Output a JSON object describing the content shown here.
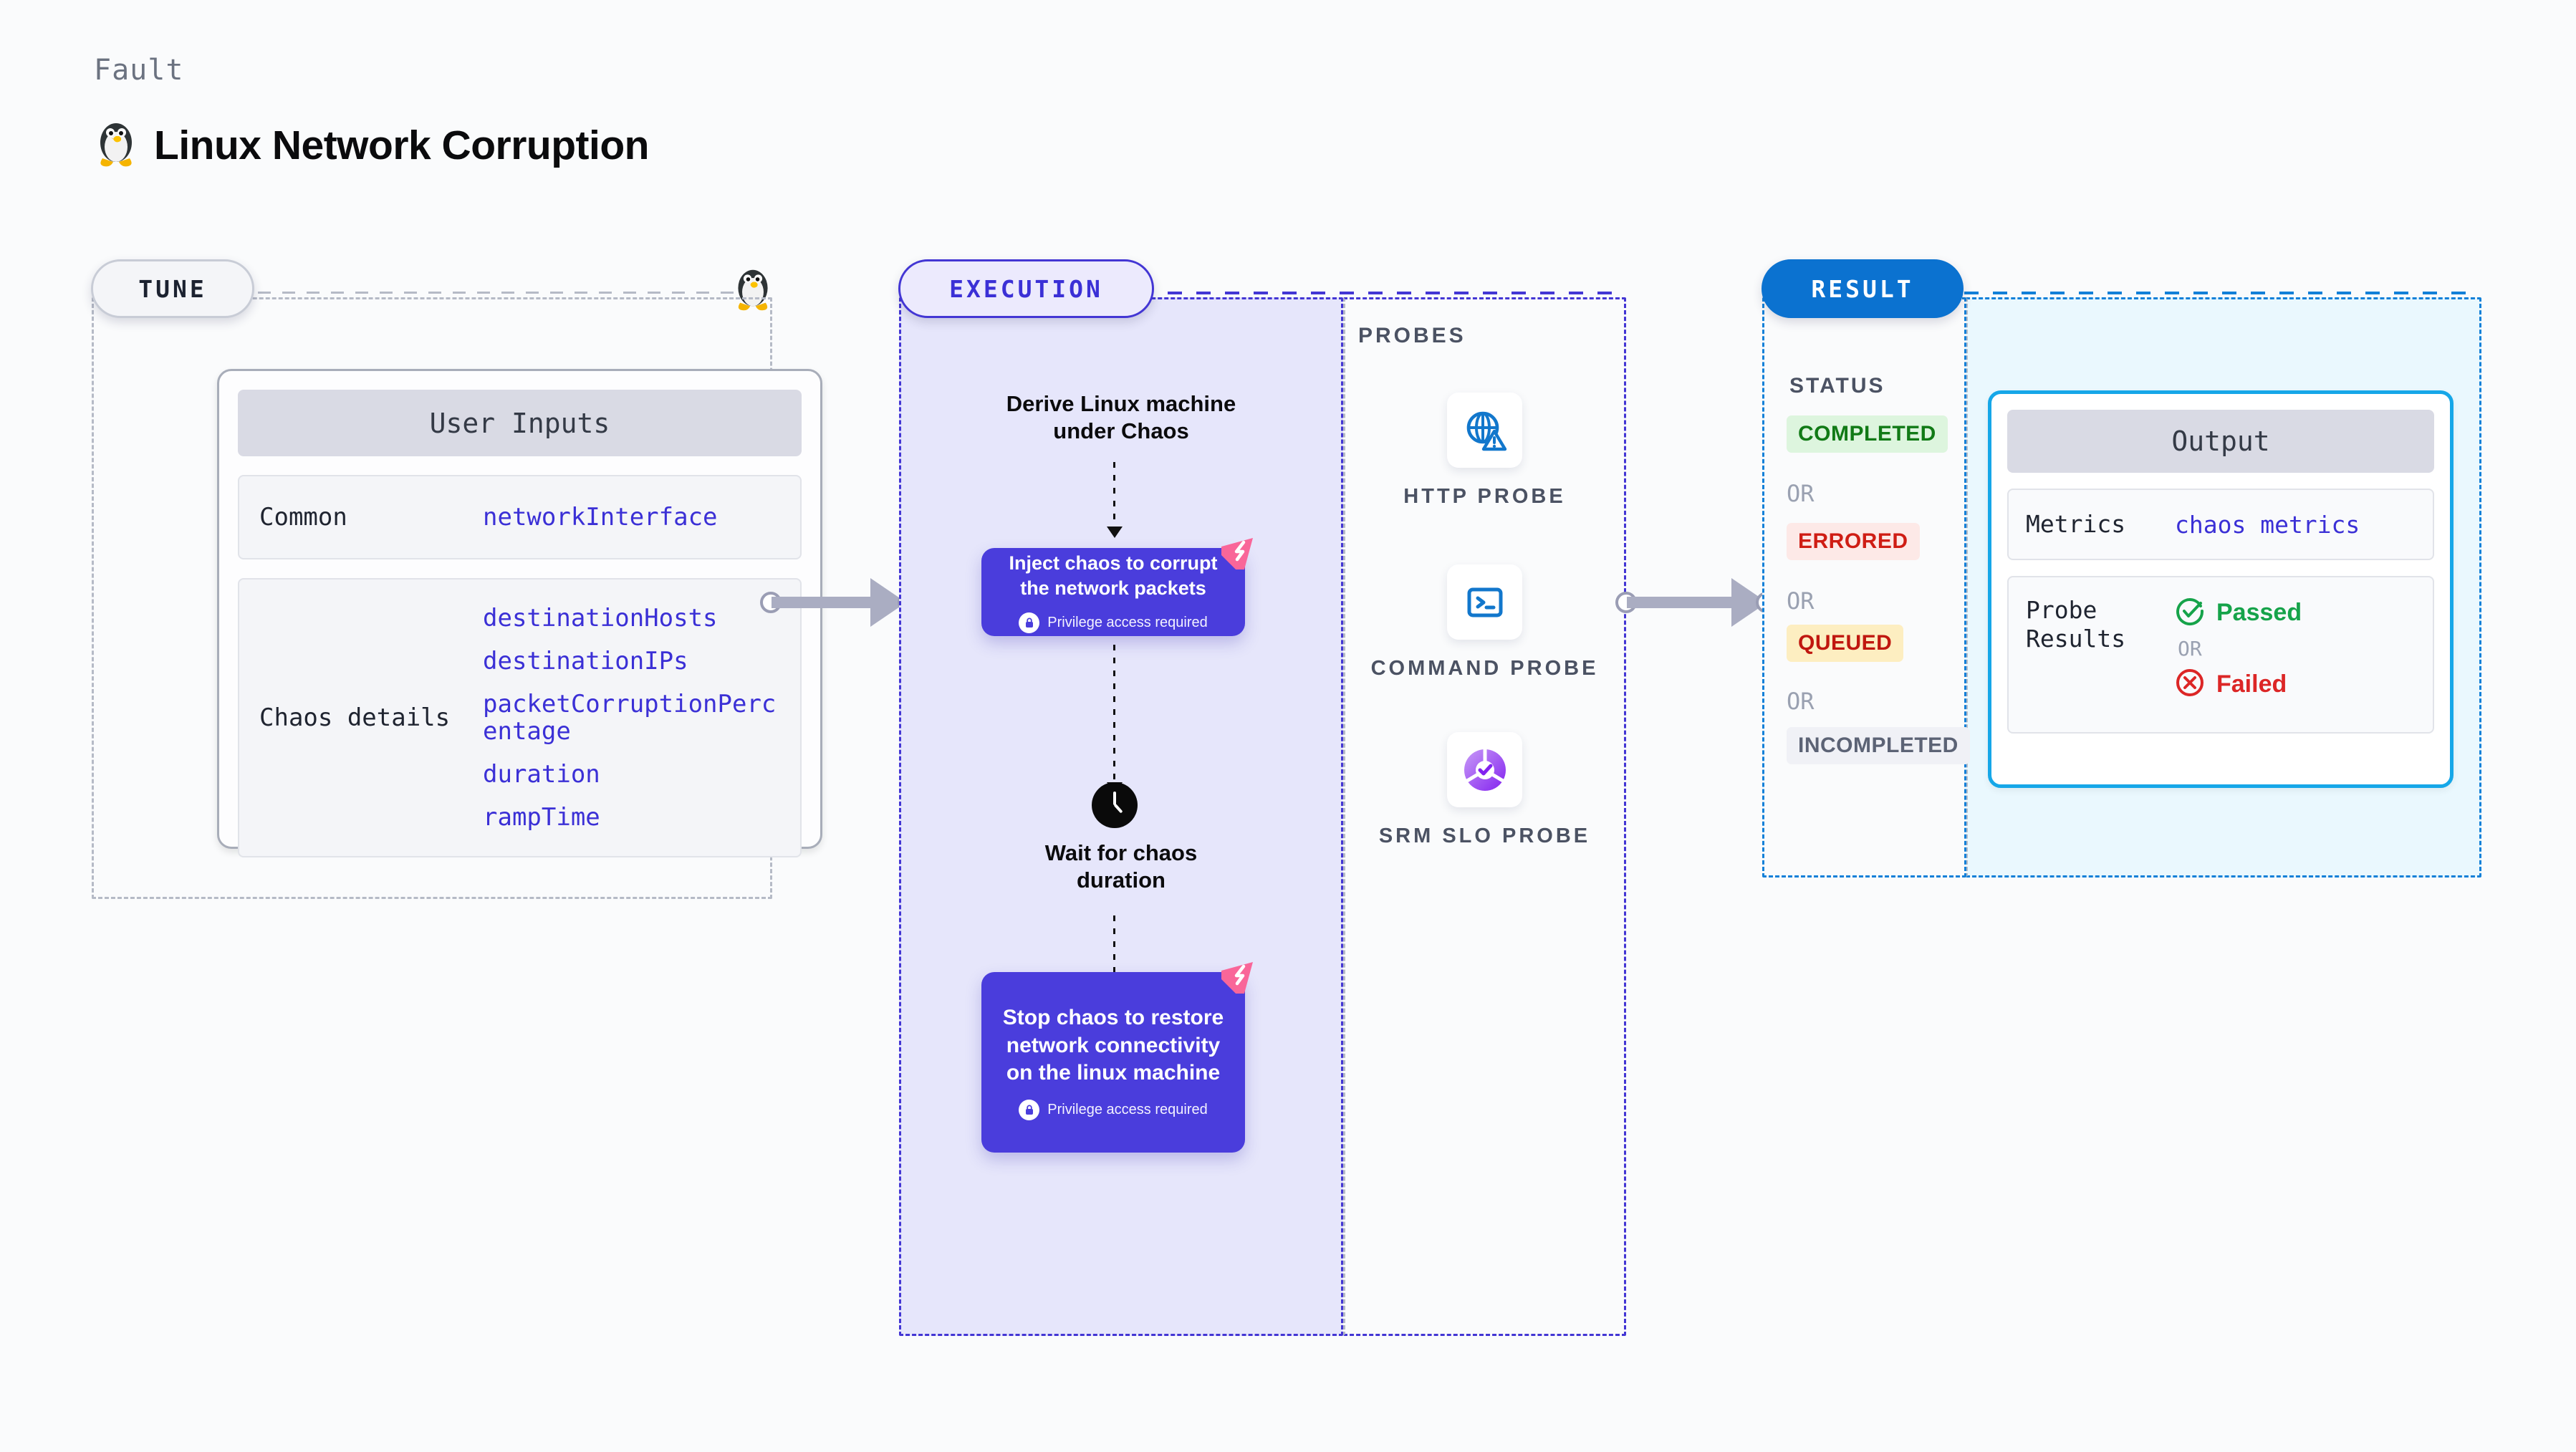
{
  "header": {
    "kicker": "Fault",
    "title": "Linux Network Corruption",
    "icon": "linux-tux-icon"
  },
  "tune": {
    "pill_label": "TUNE",
    "card_title": "User Inputs",
    "sections": [
      {
        "key": "Common",
        "values": [
          "networkInterface"
        ]
      },
      {
        "key": "Chaos details",
        "values": [
          "destinationHosts",
          "destinationIPs",
          "packetCorruptionPercentage",
          "duration",
          "rampTime"
        ]
      }
    ]
  },
  "execution": {
    "pill_label": "EXECUTION",
    "steps": [
      {
        "type": "text",
        "label": "Derive Linux machine\nunder Chaos"
      },
      {
        "type": "action",
        "label": "Inject chaos to corrupt the network packets",
        "note": "Privilege access required"
      },
      {
        "type": "wait",
        "label": "Wait for chaos\nduration",
        "icon": "clock-icon"
      },
      {
        "type": "action",
        "label": "Stop chaos to restore network connectivity on the linux machine",
        "note": "Privilege access required"
      }
    ]
  },
  "probes": {
    "title": "PROBES",
    "items": [
      {
        "label": "HTTP PROBE",
        "icon": "globe-warning-icon"
      },
      {
        "label": "COMMAND PROBE",
        "icon": "terminal-icon"
      },
      {
        "label": "SRM SLO PROBE",
        "icon": "slo-donut-check-icon"
      }
    ]
  },
  "result": {
    "pill_label": "RESULT",
    "status_title": "STATUS",
    "or_label": "OR",
    "statuses": [
      {
        "label": "COMPLETED",
        "bg": "#ddf5de",
        "fg": "#117a16"
      },
      {
        "label": "ERRORED",
        "bg": "#fde9e7",
        "fg": "#cf1d14"
      },
      {
        "label": "QUEUED",
        "bg": "#fdeec1",
        "fg": "#c0170f"
      },
      {
        "label": "INCOMPLETED",
        "bg": "#f0f1f6",
        "fg": "#5c6375"
      }
    ]
  },
  "output": {
    "card_title": "Output",
    "metrics_key": "Metrics",
    "metrics_value": "chaos metrics",
    "probe_key": "Probe\nResults",
    "passed_label": "Passed",
    "failed_label": "Failed",
    "or_label": "OR"
  },
  "colors": {
    "accent_purple": "#4a3ddc",
    "accent_blue": "#0b72d0",
    "accent_cyan": "#16a7e8",
    "mono_value": "#3b30d6",
    "harness_pink": "#f96699",
    "passed_green": "#16a34a",
    "failed_red": "#dc2626"
  }
}
